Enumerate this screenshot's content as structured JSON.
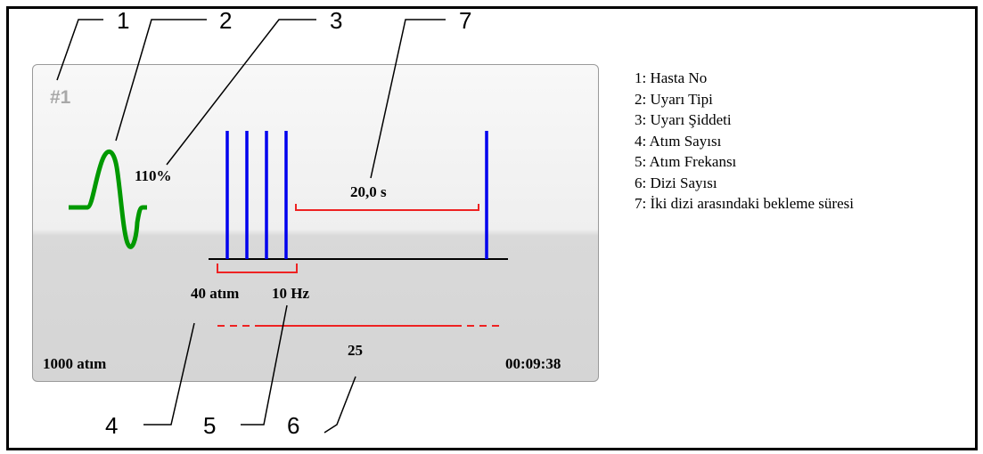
{
  "panel": {
    "patient_no": "#1",
    "intensity": "110%",
    "wait_time": "20,0 s",
    "pulse_count": "40 atım",
    "frequency": "10 Hz",
    "total_pulses": "1000 atım",
    "train_count": "25",
    "duration": "00:09:38"
  },
  "callouts": [
    "1",
    "2",
    "3",
    "4",
    "5",
    "6",
    "7"
  ],
  "legend": [
    "1: Hasta No",
    "2: Uyarı Tipi",
    "3: Uyarı Şiddeti",
    "4: Atım Sayısı",
    "5: Atım Frekansı",
    "6: Dizi Sayısı",
    "7: İki dizi arasındaki bekleme süresi"
  ],
  "colors": {
    "pulse": "#0000ee",
    "waveform": "#009900",
    "bracket": "#ee2222",
    "baseline": "#000000",
    "patient_no": "#a8a8a8"
  },
  "icons": {
    "stimulus_type": "sine-wave-icon"
  }
}
